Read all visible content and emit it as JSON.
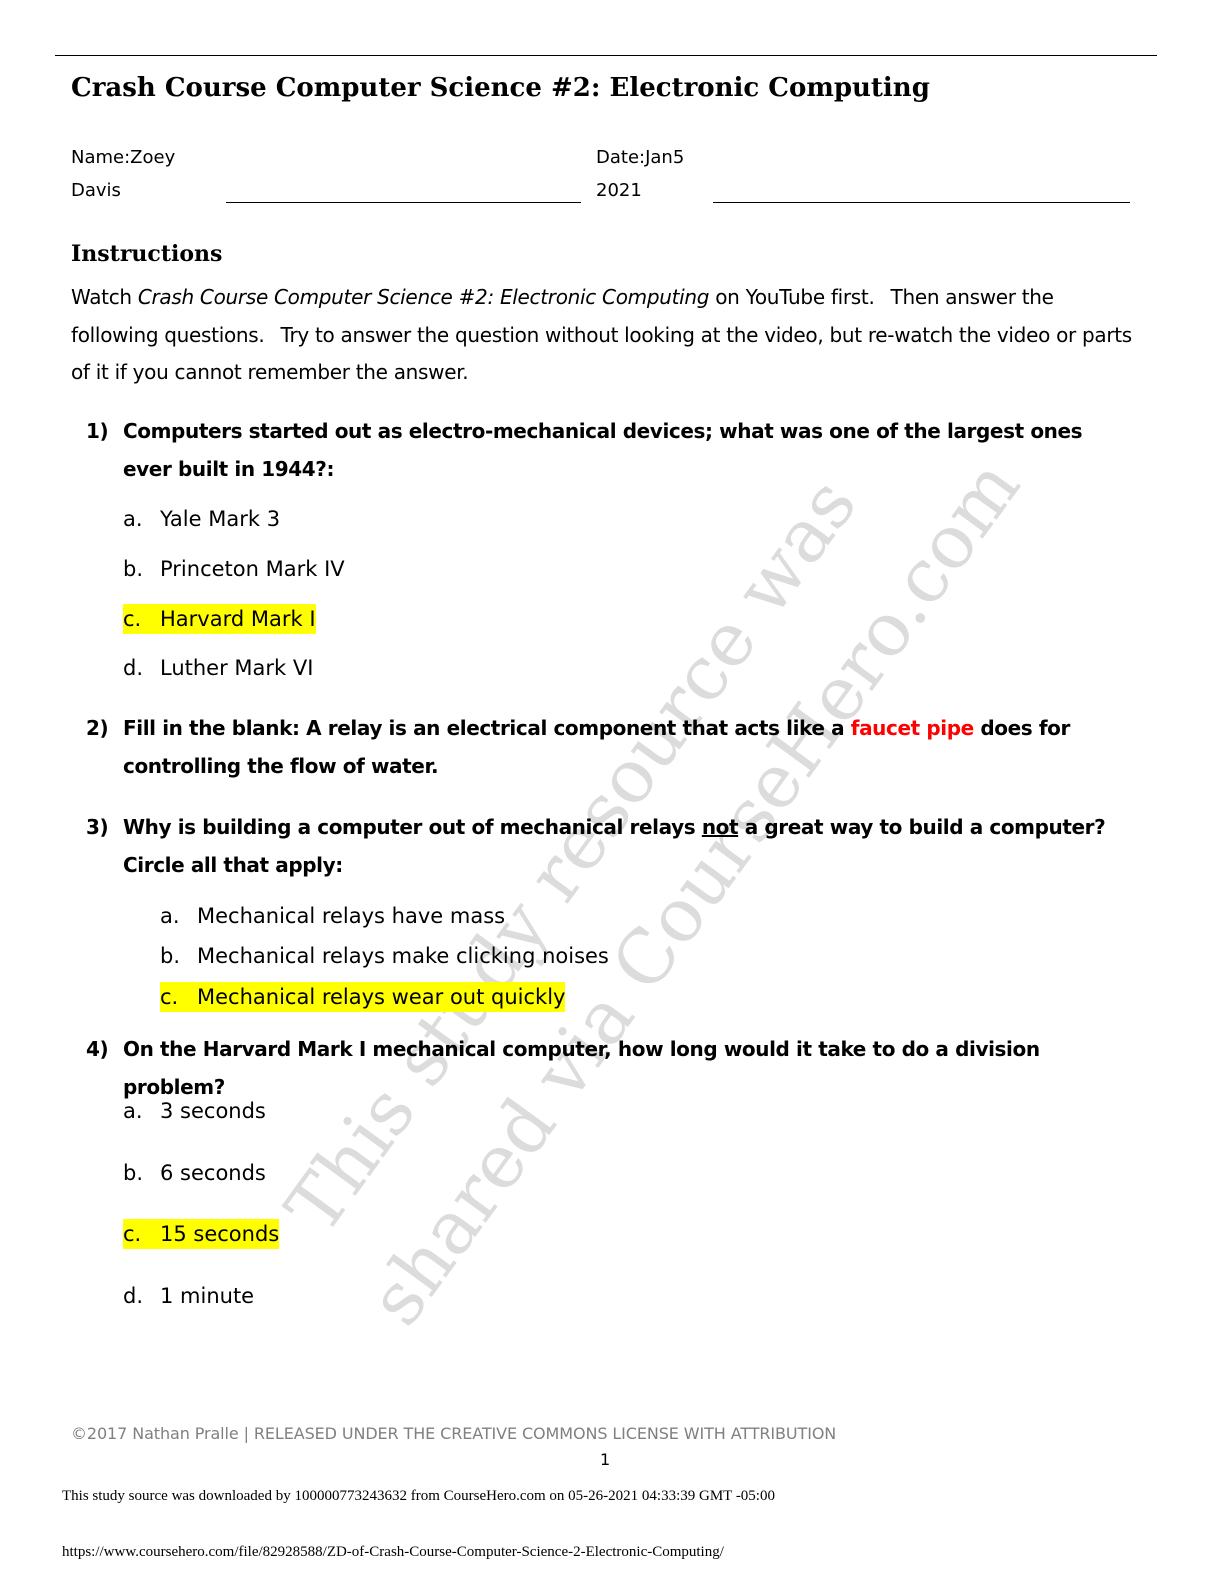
{
  "title": "Crash Course Computer Science #2:  Electronic Computing",
  "fields": {
    "name_line1": "Name:Zoey",
    "name_line2": "Davis",
    "date_line1": "Date:Jan5",
    "date_line2": "2021"
  },
  "instructions": {
    "heading": "Instructions",
    "text_before": "Watch ",
    "video_title": "Crash Course Computer Science #2: Electronic Computing",
    "text_part1": " on YouTube first.",
    "text_part2": "Then answer the following questions.",
    "text_part3": "Try to answer the question without looking at the video, but re-watch the video or parts of it if you cannot remember the answer."
  },
  "questions": [
    {
      "number": "1)",
      "text": "Computers started out as electro-mechanical devices; what was one of the largest ones ever built in 1944?:",
      "options": [
        {
          "letter": "a.",
          "text": "Yale Mark 3",
          "highlighted": false
        },
        {
          "letter": "b.",
          "text": "Princeton Mark IV",
          "highlighted": false
        },
        {
          "letter": "c.",
          "text": "Harvard Mark I",
          "highlighted": true
        },
        {
          "letter": "d.",
          "text": "Luther Mark VI",
          "highlighted": false
        }
      ]
    },
    {
      "number": "2)",
      "text_before": "Fill in the blank:  A relay is an electrical component that acts like a ",
      "answer": "faucet pipe",
      "text_after": " does for controlling the flow of water.",
      "answer_color": "#ff0000"
    },
    {
      "number": "3)",
      "text_before": "Why is building a computer out of mechanical relays ",
      "underlined": "not",
      "text_after": " a great way to build a computer?   Circle all that apply:",
      "options": [
        {
          "letter": "a.",
          "text": "Mechanical relays have mass",
          "highlighted": false
        },
        {
          "letter": "b.",
          "text": "Mechanical relays make clicking noises",
          "highlighted": false
        },
        {
          "letter": "c.",
          "text": "Mechanical relays wear out quickly",
          "highlighted": true
        }
      ]
    },
    {
      "number": "4)",
      "text": "On the Harvard Mark I mechanical computer, how long would it take to do a division problem?",
      "options": [
        {
          "letter": "a.",
          "text": "3 seconds",
          "highlighted": false
        },
        {
          "letter": "b.",
          "text": "6 seconds",
          "highlighted": false
        },
        {
          "letter": "c.",
          "text": "15 seconds",
          "highlighted": true
        },
        {
          "letter": "d.",
          "text": "1 minute",
          "highlighted": false
        }
      ]
    }
  ],
  "watermark": {
    "line1": "This study resource was",
    "line2": "shared via CourseHero.com"
  },
  "footer": {
    "license": "©2017 Nathan Pralle | RELEASED UNDER THE CREATIVE COMMONS LICENSE WITH ATTRIBUTION",
    "page_number": "1",
    "source_note": "This study source was downloaded by 100000773243632 from CourseHero.com on 05-26-2021 04:33:39 GMT -05:00",
    "url": "https://www.coursehero.com/file/82928588/ZD-of-Crash-Course-Computer-Science-2-Electronic-Computing/"
  },
  "colors": {
    "highlight": "#ffff00",
    "answer_red": "#ff0000",
    "footer_gray": "#808080",
    "watermark_gray": "#dcdcdc"
  }
}
